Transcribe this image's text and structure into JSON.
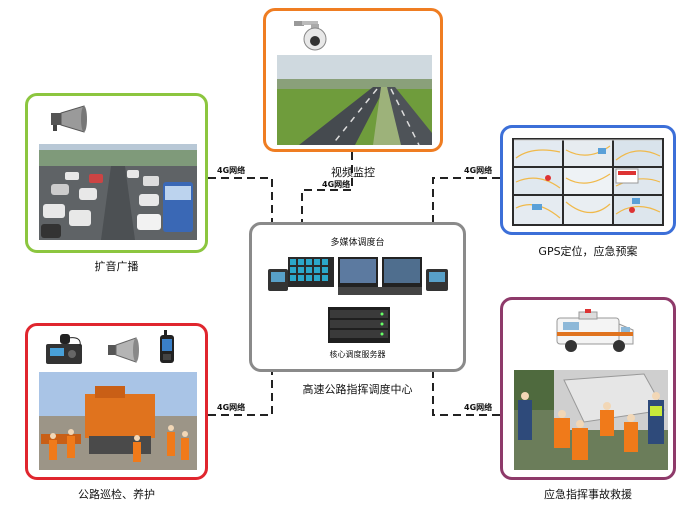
{
  "center": {
    "title": "高速公路指挥调度中心",
    "console_label": "多媒体调度台",
    "server_label": "核心调度服务器"
  },
  "nodes": {
    "broadcast": {
      "caption": "扩音广播",
      "color": "#8cc63f"
    },
    "video": {
      "caption": "视频监控",
      "color": "#ef7d22"
    },
    "gps": {
      "caption": "GPS定位，应急预案",
      "color": "#3c6fd8"
    },
    "patrol": {
      "caption": "公路巡检、养护",
      "color": "#e0262e"
    },
    "rescue": {
      "caption": "应急指挥事故救援",
      "color": "#8e3a6a"
    }
  },
  "links": {
    "broadcast": "4G网络",
    "video": "4G网络",
    "gps": "4G网络",
    "patrol": "4G网络",
    "rescue": "4G网络"
  },
  "center_color": "#8a8a8a"
}
